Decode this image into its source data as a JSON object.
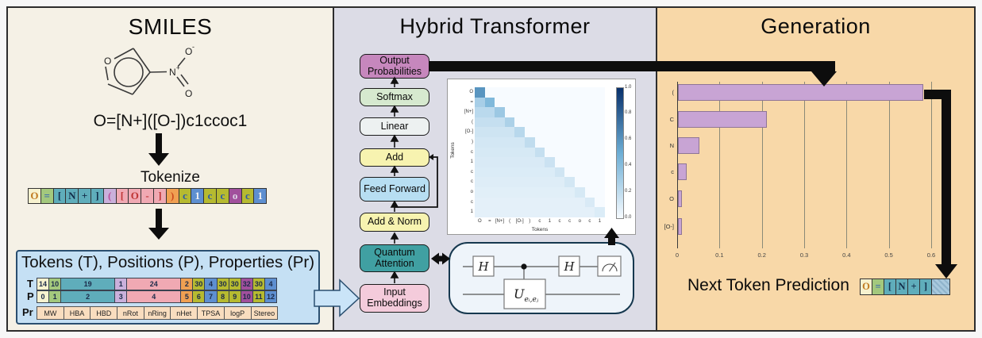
{
  "smiles_panel": {
    "title": "SMILES",
    "molecule": {
      "ring_o": "O",
      "n": "N",
      "n_charge": "+",
      "top_o": "O",
      "top_o_charge": "-",
      "bottom_o": "O"
    },
    "smiles_string": "O=[N+]([O-])c1ccoc1",
    "tokenize_label": "Tokenize",
    "tokens": [
      {
        "text": "O",
        "style": "cream"
      },
      {
        "text": "=",
        "style": "green"
      },
      {
        "text": "[",
        "style": "teal"
      },
      {
        "text": "N",
        "style": "teal"
      },
      {
        "text": "+",
        "style": "teal"
      },
      {
        "text": "]",
        "style": "teal"
      },
      {
        "text": "(",
        "style": "lilac"
      },
      {
        "text": "[",
        "style": "pink"
      },
      {
        "text": "O",
        "style": "pink"
      },
      {
        "text": "-",
        "style": "pink"
      },
      {
        "text": "]",
        "style": "pink"
      },
      {
        "text": ")",
        "style": "orange"
      },
      {
        "text": "c",
        "style": "olive"
      },
      {
        "text": "1",
        "style": "blue"
      },
      {
        "text": "c",
        "style": "olive"
      },
      {
        "text": "c",
        "style": "olive"
      },
      {
        "text": "o",
        "style": "plum"
      },
      {
        "text": "c",
        "style": "olive"
      },
      {
        "text": "1",
        "style": "blue"
      }
    ],
    "table": {
      "title": "Tokens (T), Positions (P), Properties (Pr)",
      "row_labels": [
        "T",
        "P",
        "Pr"
      ],
      "t_row": [
        {
          "text": "14",
          "style": "cream"
        },
        {
          "text": "10",
          "style": "green"
        },
        {
          "text": "19",
          "style": "teal",
          "wide": true
        },
        {
          "text": "1",
          "style": "lilac"
        },
        {
          "text": "24",
          "style": "pink",
          "wide": true
        },
        {
          "text": "2",
          "style": "orange"
        },
        {
          "text": "30",
          "style": "olive"
        },
        {
          "text": "4",
          "style": "blue"
        },
        {
          "text": "30",
          "style": "olive"
        },
        {
          "text": "30",
          "style": "olive"
        },
        {
          "text": "32",
          "style": "plum"
        },
        {
          "text": "30",
          "style": "olive"
        },
        {
          "text": "4",
          "style": "blue"
        }
      ],
      "p_row": [
        {
          "text": "0",
          "style": "cream"
        },
        {
          "text": "1",
          "style": "green"
        },
        {
          "text": "2",
          "style": "teal",
          "wide": true
        },
        {
          "text": "3",
          "style": "lilac"
        },
        {
          "text": "4",
          "style": "pink",
          "wide": true
        },
        {
          "text": "5",
          "style": "orange"
        },
        {
          "text": "6",
          "style": "olive"
        },
        {
          "text": "7",
          "style": "blue"
        },
        {
          "text": "8",
          "style": "olive"
        },
        {
          "text": "9",
          "style": "olive"
        },
        {
          "text": "10",
          "style": "plum"
        },
        {
          "text": "11",
          "style": "olive"
        },
        {
          "text": "12",
          "style": "blue"
        }
      ],
      "pr_row": [
        "MW",
        "HBA",
        "HBD",
        "nRot",
        "nRing",
        "nHet",
        "TPSA",
        "logP",
        "Stereo"
      ]
    }
  },
  "transformer_panel": {
    "title": "Hybrid Transformer",
    "blocks": [
      {
        "label": "Output Probabilities",
        "color": "#c687bd"
      },
      {
        "label": "Softmax",
        "color": "#d6e9cf"
      },
      {
        "label": "Linear",
        "color": "#edf1f1"
      },
      {
        "label": "Add",
        "color": "#f7f3b0"
      },
      {
        "label": "Feed Forward",
        "color": "#b7def2"
      },
      {
        "label": "Add & Norm",
        "color": "#f7f3b0"
      },
      {
        "label": "Quantum Attention",
        "color": "#40a0a2"
      },
      {
        "label": "Input Embeddings",
        "color": "#f4cbdb"
      }
    ],
    "circuit": {
      "h1": "H",
      "h2": "H",
      "u": "U",
      "u_sub": "eᵢ,eⱼ"
    }
  },
  "generation_panel": {
    "title": "Generation",
    "next_token_label": "Next Token Prediction",
    "sequence": [
      {
        "text": "O",
        "style": "cream"
      },
      {
        "text": "=",
        "style": "green"
      },
      {
        "text": "[",
        "style": "teal"
      },
      {
        "text": "N",
        "style": "teal"
      },
      {
        "text": "+",
        "style": "teal"
      },
      {
        "text": "]",
        "style": "teal"
      },
      {
        "text": "",
        "style": "hatch"
      }
    ]
  },
  "chart_data": [
    {
      "type": "bar",
      "orientation": "horizontal",
      "title": "",
      "categories": [
        "(",
        "C",
        "N",
        "c",
        "O",
        "[O-]"
      ],
      "values": [
        0.58,
        0.21,
        0.05,
        0.02,
        0.01,
        0.01
      ],
      "xticks": [
        "0",
        "0.1",
        "0.2",
        "0.3",
        "0.4",
        "0.5",
        "0.6"
      ],
      "xlim": [
        0,
        0.62
      ],
      "bar_color": "#c8a4d4",
      "grid": true
    },
    {
      "type": "heatmap",
      "title": "",
      "xlabel": "Tokens",
      "ylabel": "Tokens",
      "labels": [
        "O",
        "=",
        "[N+]",
        "(",
        "[O-]",
        ")",
        "c",
        "1",
        "c",
        "c",
        "o",
        "c",
        "1"
      ],
      "colormap": "Blues",
      "colorbar_ticks": [
        "1.0",
        "0.8",
        "0.6",
        "0.4",
        "0.2",
        "0.0"
      ],
      "matrix": [
        [
          0.6
        ],
        [
          0.29,
          0.43
        ],
        [
          0.22,
          0.22,
          0.33
        ],
        [
          0.18,
          0.18,
          0.18,
          0.27
        ],
        [
          0.15,
          0.15,
          0.15,
          0.15,
          0.23
        ],
        [
          0.13,
          0.13,
          0.13,
          0.13,
          0.13,
          0.2
        ],
        [
          0.12,
          0.12,
          0.12,
          0.12,
          0.12,
          0.12,
          0.18
        ],
        [
          0.11,
          0.11,
          0.11,
          0.11,
          0.11,
          0.11,
          0.11,
          0.16
        ],
        [
          0.1,
          0.1,
          0.1,
          0.1,
          0.1,
          0.1,
          0.1,
          0.1,
          0.14
        ],
        [
          0.09,
          0.09,
          0.09,
          0.09,
          0.09,
          0.09,
          0.09,
          0.09,
          0.09,
          0.13
        ],
        [
          0.08,
          0.08,
          0.08,
          0.08,
          0.08,
          0.08,
          0.08,
          0.08,
          0.08,
          0.08,
          0.12
        ],
        [
          0.07,
          0.07,
          0.07,
          0.07,
          0.07,
          0.07,
          0.07,
          0.07,
          0.07,
          0.07,
          0.07,
          0.11
        ],
        [
          0.07,
          0.07,
          0.07,
          0.07,
          0.07,
          0.07,
          0.07,
          0.07,
          0.07,
          0.07,
          0.07,
          0.07,
          0.1
        ]
      ]
    }
  ],
  "colors": {
    "panel_smiles_bg": "#f5f1e6",
    "panel_transformer_bg": "#dcdce6",
    "panel_generation_bg": "#f8d8a8",
    "frame_border": "#2d2d2d",
    "token_cream": "#f7f2cf",
    "token_green": "#a3c87d",
    "token_teal": "#5fadbb",
    "token_lilac": "#cab0db",
    "token_pink": "#f0a9b3",
    "token_orange": "#f0a052",
    "token_olive": "#b6ba30",
    "token_blue": "#5e8fd0",
    "token_plum": "#a1509c",
    "property_cell": "#f9ddbf",
    "table_box_bg": "#c5e0f4",
    "bar_purple": "#c8a4d4"
  }
}
